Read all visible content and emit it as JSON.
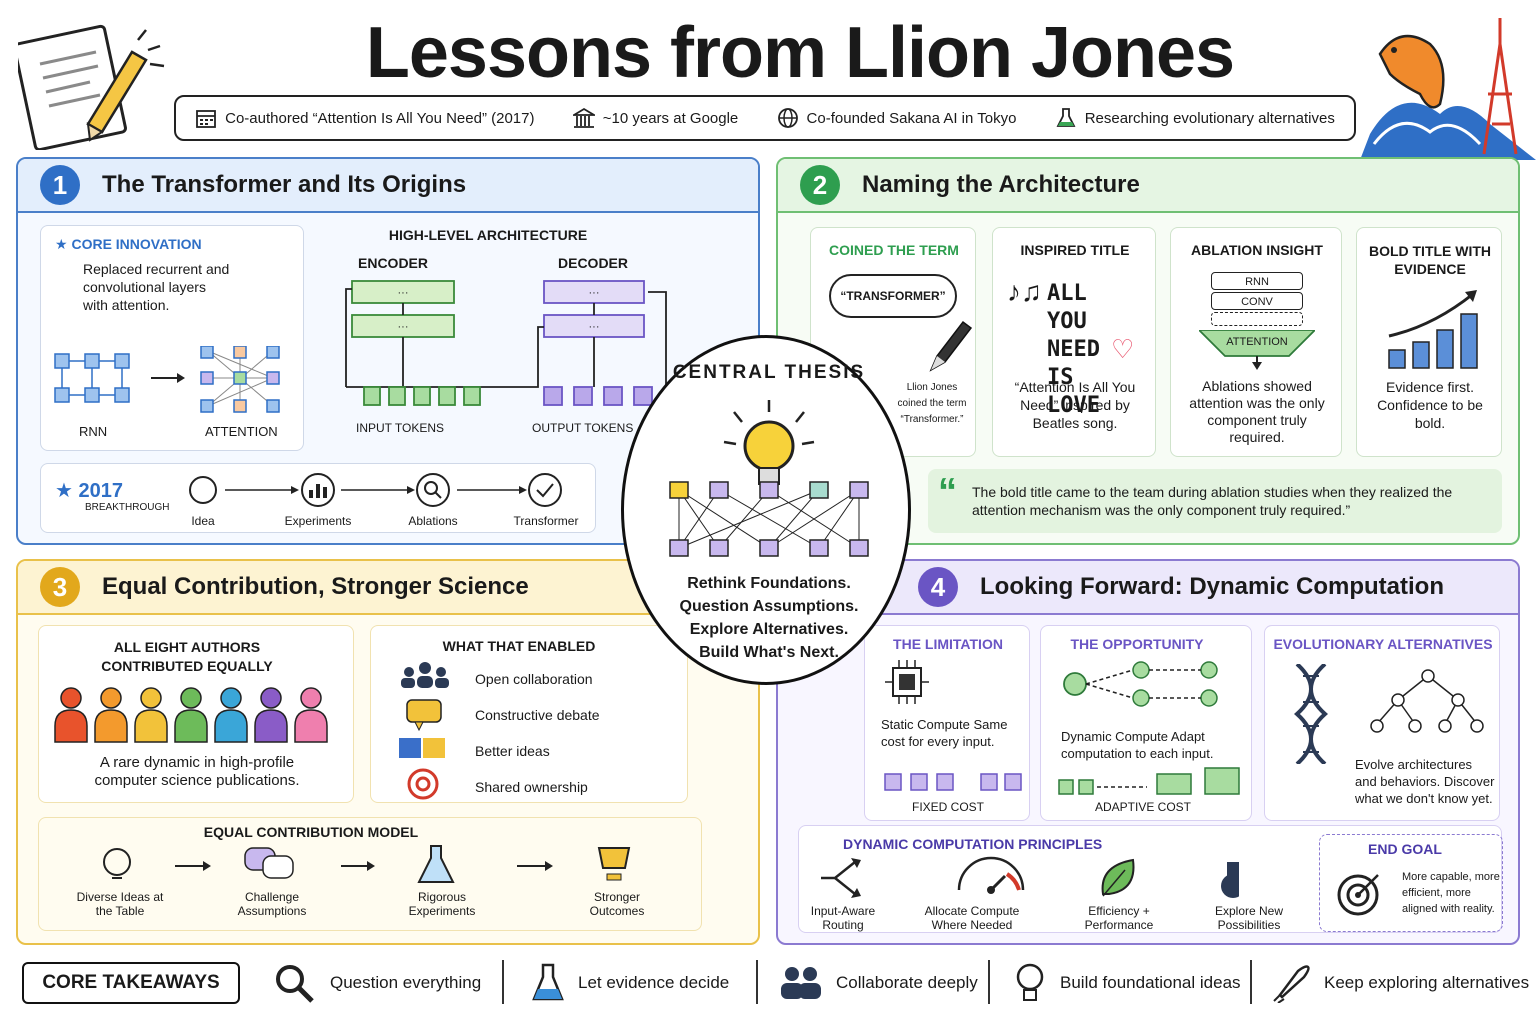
{
  "title": "Lessons from Llion Jones",
  "facts": [
    {
      "icon": "calendar-icon",
      "text": "Co-authored “Attention Is All You Need” (2017)"
    },
    {
      "icon": "building-icon",
      "text": "~10 years at Google"
    },
    {
      "icon": "globe-icon",
      "text": "Co-founded Sakana AI in Tokyo"
    },
    {
      "icon": "flask-icon",
      "text": "Researching evolutionary alternatives"
    }
  ],
  "colors": {
    "blue": "#2f6fc6",
    "green": "#2e9e4f",
    "yellow": "#e2a81c",
    "purple": "#6a55c4"
  },
  "p1": {
    "num": "1",
    "title": "The Transformer and Its Origins",
    "core": {
      "head": "CORE INNOVATION",
      "text": "Replaced recurrent and convolutional layers with attention.",
      "rnn": "RNN",
      "attention": "ATTENTION"
    },
    "arch": {
      "head": "HIGH-LEVEL ARCHITECTURE",
      "encoder": "ENCODER",
      "decoder": "DECODER",
      "input": "INPUT TOKENS",
      "output": "OUTPUT TOKENS"
    },
    "timeline": {
      "year": "2017",
      "sub": "BREAKTHROUGH",
      "steps": [
        "Idea",
        "Experiments",
        "Ablations",
        "Transformer"
      ]
    }
  },
  "p2": {
    "num": "2",
    "title": "Naming the Architecture",
    "c1": {
      "head": "COINED THE TERM",
      "bubble": "“TRANSFORMER”",
      "note": "Llion Jones coined the term “Transformer.”"
    },
    "c2": {
      "head": "INSPIRED TITLE",
      "lyric": "ALL YOU NEED IS LOVE",
      "text": "“Attention Is All You Need” inspired by Beatles song."
    },
    "c3": {
      "head": "ABLATION INSIGHT",
      "layers": [
        "RNN",
        "CONV",
        "ATTENTION"
      ],
      "text": "Ablations showed attention was the only component truly required."
    },
    "c4": {
      "head": "BOLD TITLE WITH EVIDENCE",
      "text": "Evidence first. Confidence to be bold."
    },
    "quote": "The bold title came to the team during ablation studies when they realized the attention mechanism was the only component truly required.”"
  },
  "thesis": {
    "label": "CENTRAL THESIS",
    "lines": [
      "Rethink Foundations.",
      "Question Assumptions.",
      "Explore Alternatives.",
      "Build What's Next."
    ]
  },
  "p3": {
    "num": "3",
    "title": "Equal Contribution, Stronger Science",
    "authors": {
      "head": "ALL EIGHT AUTHORS CONTRIBUTED EQUALLY",
      "text": "A rare dynamic in high-profile computer science publications.",
      "colors": [
        "#e8532c",
        "#f39a2d",
        "#f2c23a",
        "#6dbb5a",
        "#3aa6d8",
        "#8a5cc7",
        "#ef7fae"
      ]
    },
    "enabled": {
      "head": "WHAT THAT ENABLED",
      "items": [
        "Open collaboration",
        "Constructive debate",
        "Better ideas",
        "Shared ownership"
      ]
    },
    "model": {
      "head": "EQUAL CONTRIBUTION MODEL",
      "steps": [
        "Diverse Ideas at the Table",
        "Challenge Assumptions",
        "Rigorous Experiments",
        "Stronger Outcomes"
      ]
    }
  },
  "p4": {
    "num": "4",
    "title": "Looking Forward: Dynamic Computation",
    "limit": {
      "head": "THE LIMITATION",
      "text": "Static Compute Same cost for every input.",
      "foot": "FIXED COST"
    },
    "opp": {
      "head": "THE OPPORTUNITY",
      "text": "Dynamic Compute Adapt computation to each input.",
      "foot": "ADAPTIVE COST"
    },
    "evo": {
      "head": "EVOLUTIONARY ALTERNATIVES",
      "text": "Evolve architectures and behaviors. Discover what we don't know yet."
    },
    "principles": {
      "head": "DYNAMIC COMPUTATION PRINCIPLES",
      "items": [
        "Input-Aware Routing",
        "Allocate Compute Where Needed",
        "Efficiency + Performance",
        "Explore New Possibilities"
      ]
    },
    "goal": {
      "head": "END GOAL",
      "text": "More capable, more efficient, more aligned with reality."
    }
  },
  "takeaways": {
    "label": "CORE TAKEAWAYS",
    "items": [
      "Question everything",
      "Let evidence decide",
      "Collaborate deeply",
      "Build foundational ideas",
      "Keep exploring alternatives"
    ]
  }
}
